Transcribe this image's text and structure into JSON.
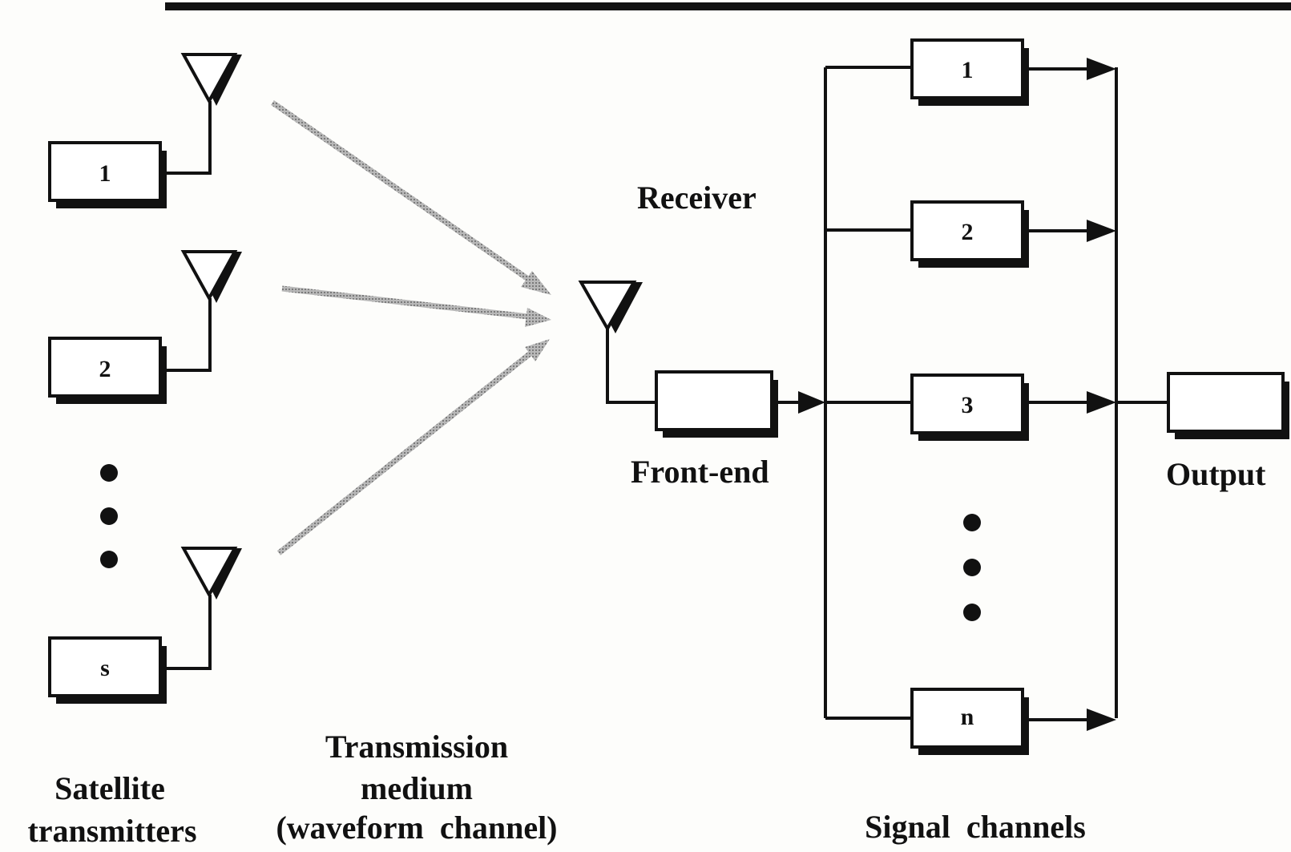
{
  "transmitters": {
    "units": [
      "1",
      "2",
      "s"
    ],
    "caption_line1": "Satellite",
    "caption_line2": "transmitters"
  },
  "medium": {
    "line1": "Transmission",
    "line2": "medium",
    "line3": "(waveform  channel)"
  },
  "receiver": {
    "label": "Receiver",
    "front_end_label": "Front-end"
  },
  "channels": {
    "units": [
      "1",
      "2",
      "3",
      "n"
    ],
    "caption": "Signal  channels"
  },
  "output": {
    "label": "Output"
  },
  "colors": {
    "ink": "#111111",
    "signal_arrow": "#9a9a9a",
    "background": "#fdfdfb"
  }
}
